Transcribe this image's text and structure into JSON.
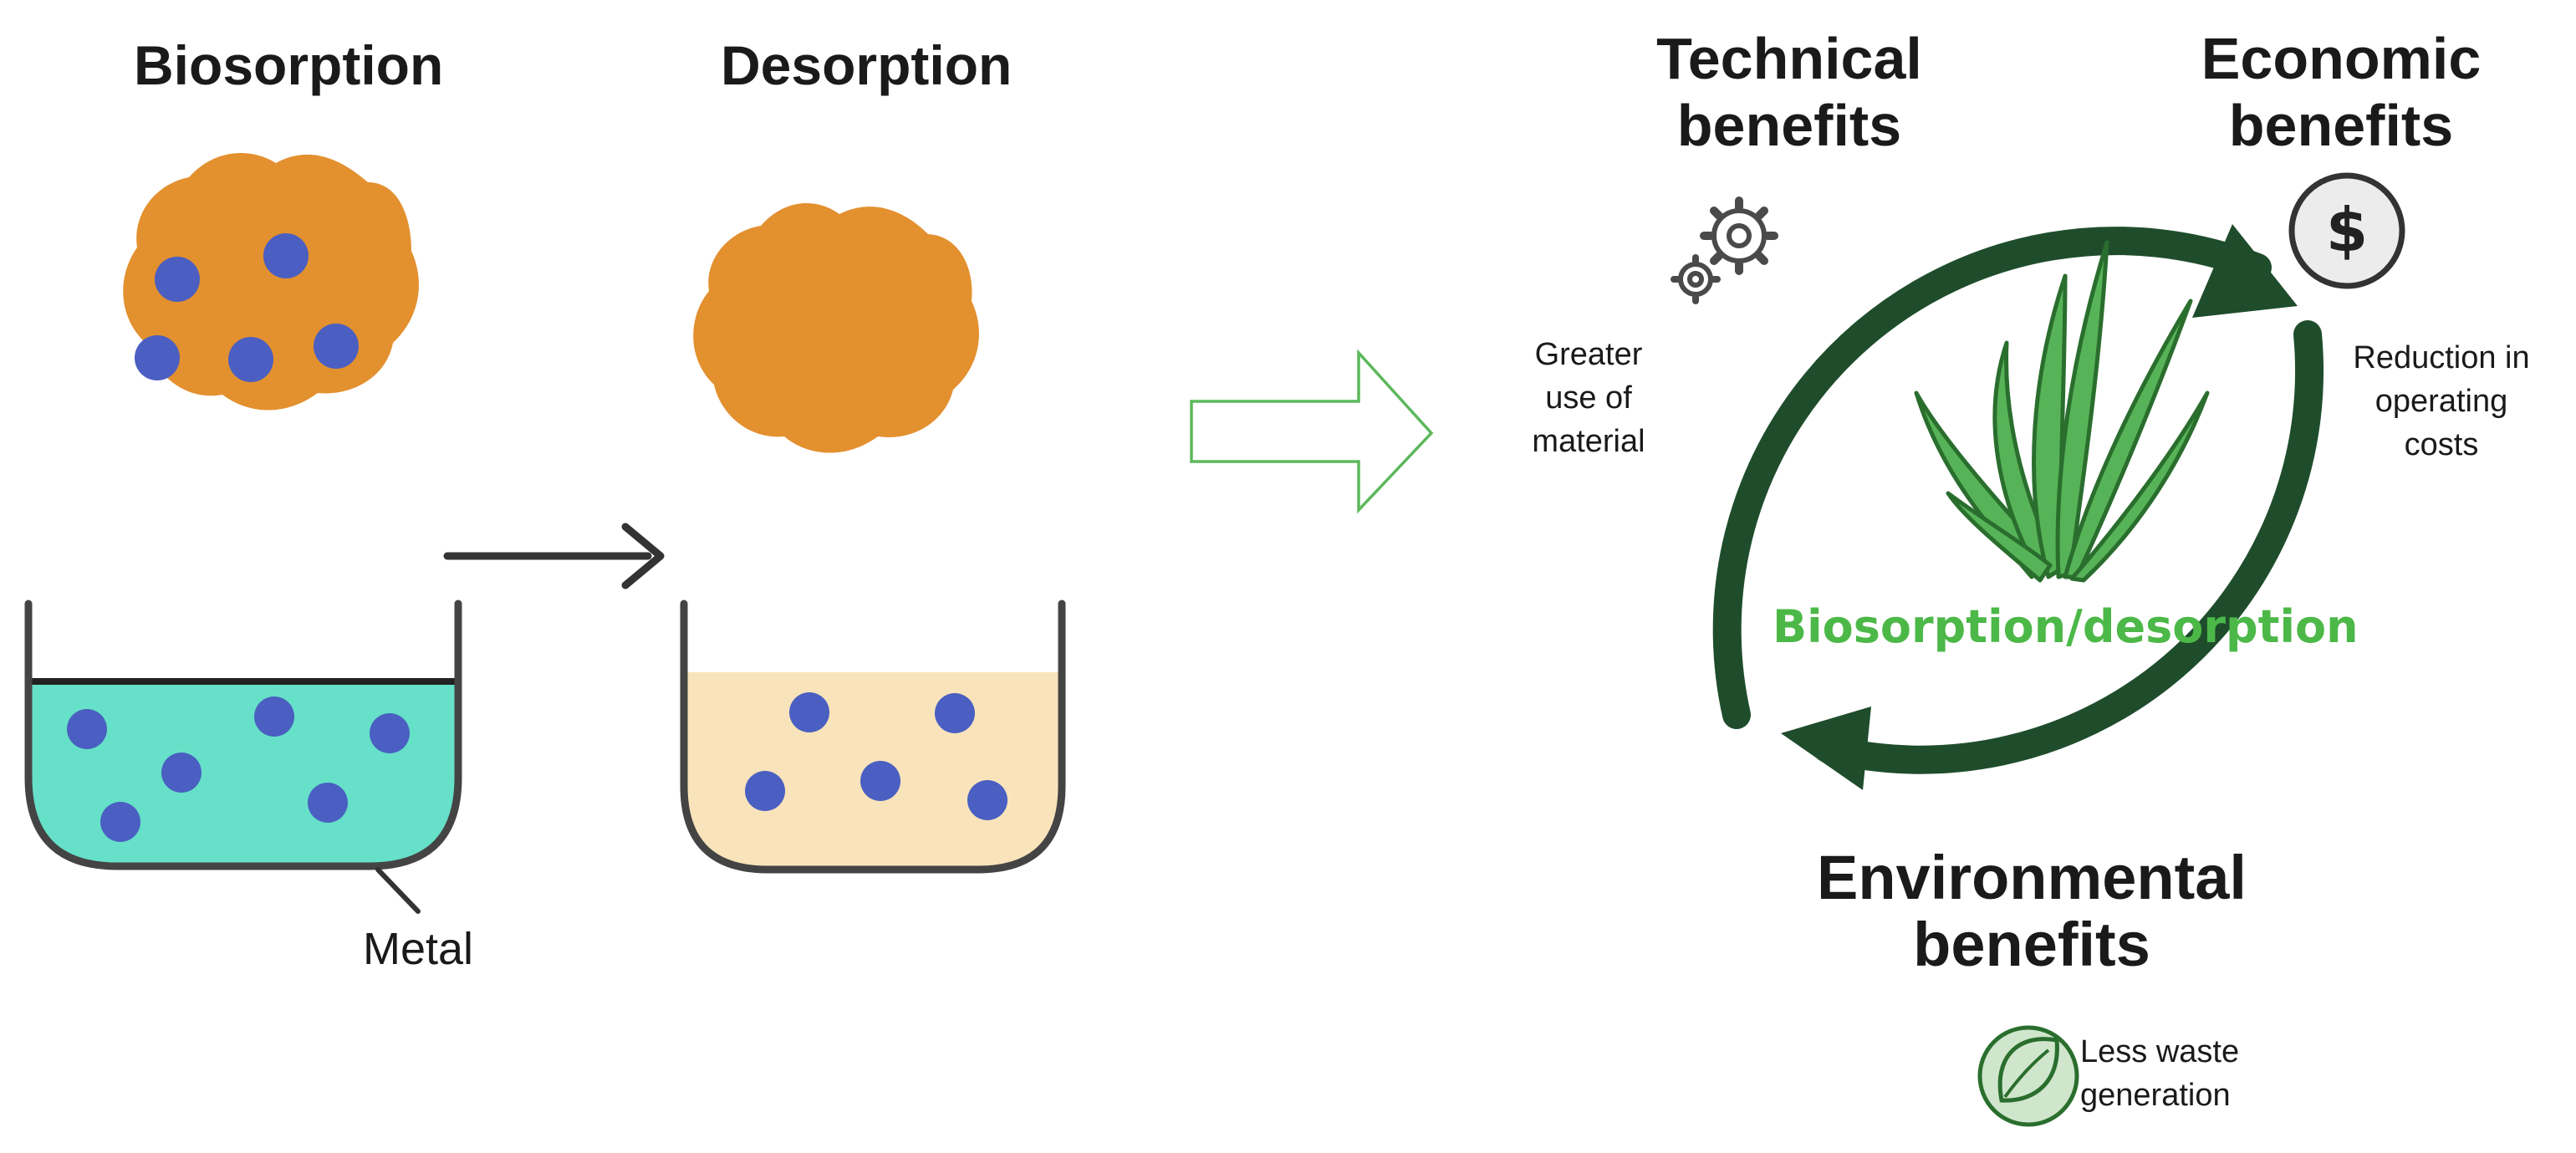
{
  "left": {
    "biosorption_title": "Biosorption",
    "desorption_title": "Desorption",
    "metal_label": "Metal"
  },
  "right": {
    "technical_title": "Technical\nbenefits",
    "economic_title": "Economic\nbenefits",
    "environmental_title": "Environmental\nbenefits",
    "technical_text": "Greater\nuse of\nmaterial",
    "economic_text": "Reduction in\noperating\ncosts",
    "environmental_text": "Less waste\ngeneration",
    "center_label": "Biosorption/desorption",
    "dollar_symbol": "$"
  },
  "colors": {
    "particle_orange": "#e3902f",
    "metal_dot_blue": "#4a5fc1",
    "solution_teal": "#66e0c8",
    "solution_cream": "#f8e3bb",
    "cycle_dark_green": "#1f4d2c",
    "plant_green": "#57b357",
    "label_green": "#4cb848",
    "outline_arrow_green": "#5cb85c"
  }
}
